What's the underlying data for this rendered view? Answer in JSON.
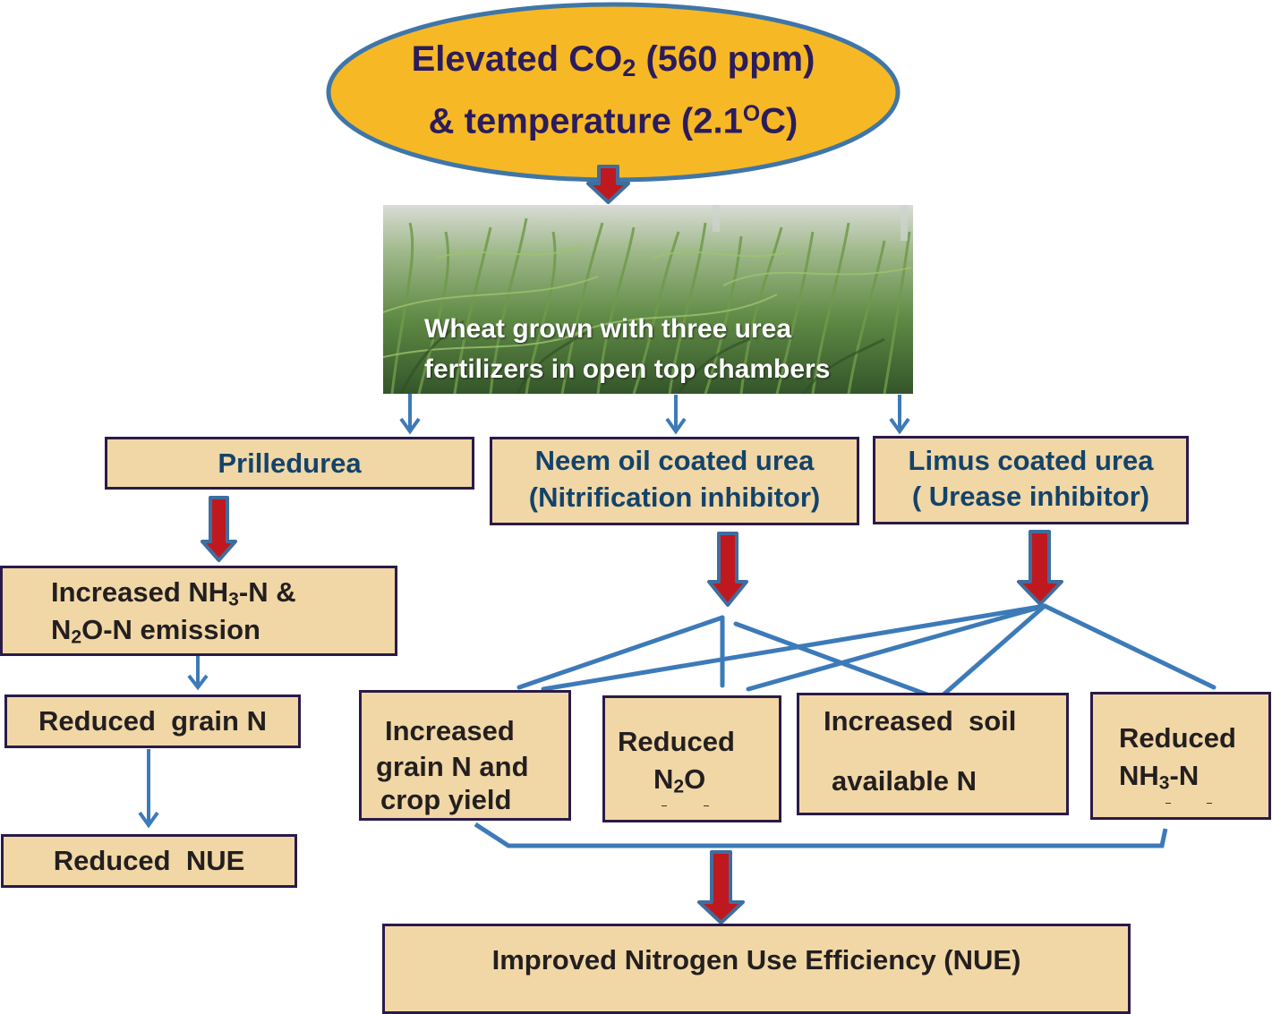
{
  "title": {
    "line1_prefix": "Elevated CO",
    "line1_sub": "2",
    "line1_suffix": " (560 ppm)",
    "line2_prefix": "& temperature (2.1",
    "line2_sup": "O",
    "line2_suffix": "C)"
  },
  "photo": {
    "caption_line1": "Wheat grown with three urea",
    "caption_line2": "fertilizers in open top chambers"
  },
  "fertilizers": [
    {
      "line1": "Prilledurea"
    },
    {
      "line1": "Neem oil coated urea",
      "line2": "(Nitrification inhibitor)"
    },
    {
      "line1": "Limus coated urea",
      "line2": "( Urease inhibitor)"
    }
  ],
  "prilled_effects": {
    "emission": {
      "l1_prefix": "Increased NH",
      "l1_sub": "3",
      "l1_suffix": "-N &",
      "l2_prefix": "N",
      "l2_sub": "2",
      "l2_suffix": "O-N emission"
    },
    "grain": "Reduced  grain N",
    "nue": "Reduced  NUE"
  },
  "coated_effects": [
    {
      "line1": "Increased",
      "line2": "grain N and",
      "line3": "crop yield"
    },
    {
      "line1": "Reduced",
      "line2_prefix": "N",
      "line2_sub": "2",
      "line2_suffix": "O"
    },
    {
      "line1": "Increased  soil",
      "line2": "available N"
    },
    {
      "line1": "Reduced",
      "line2_prefix": "NH",
      "line2_sub": "3",
      "line2_suffix": "-N"
    }
  ],
  "outcome": "Improved Nitrogen Use Efficiency (NUE)",
  "colors": {
    "ellipse_fill": "#f7b825",
    "ellipse_stroke": "#3f76a8",
    "box_fill": "#f1d7a5",
    "box_border": "#2a1a4a",
    "arrow_red": "#c0181f",
    "connector_blue": "#3d7ab8",
    "heading_navy": "#13436b"
  }
}
